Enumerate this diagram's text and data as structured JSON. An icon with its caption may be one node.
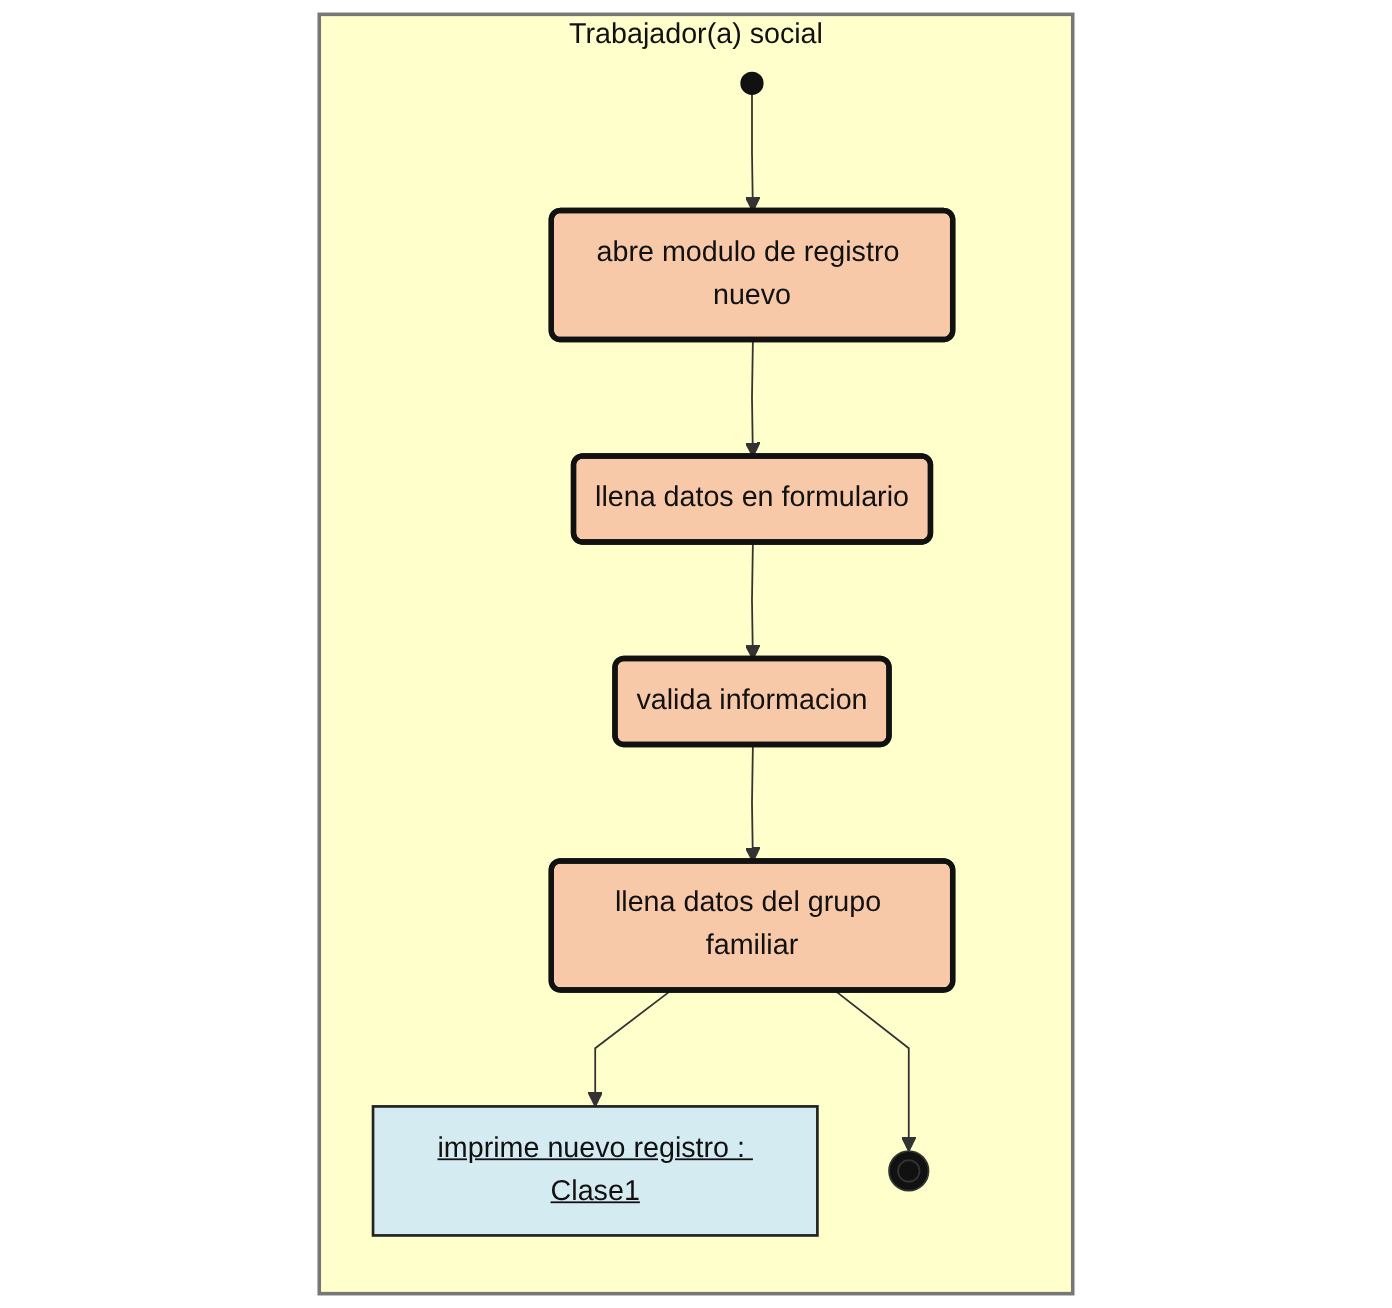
{
  "diagram": {
    "nodes": [
      {
        "text": [
          "Trabajador(a) social"
        ]
      },
      {
        "text": [],
        "shape": "circle",
        "in": 0
      },
      {
        "text": [
          "abre modulo de registro nuevo"
        ],
        "in": 0
      },
      {
        "text": [
          "llena datos en formulario"
        ],
        "in": 0
      },
      {
        "text": [
          "valida informacion"
        ],
        "in": 0
      },
      {
        "text": [
          "llena datos del grupo familiar"
        ],
        "in": 0
      },
      {
        "text": [
          "imprime nuevo registro : Clase1"
        ],
        "in": 0
      },
      {
        "text": [],
        "shape": "circle",
        "in": 0
      }
    ],
    "edges": [
      {
        "from": 1,
        "to": 2,
        "arrow": "to"
      },
      {
        "from": 2,
        "to": 3,
        "arrow": "to"
      },
      {
        "from": 3,
        "to": 4,
        "arrow": "to"
      },
      {
        "from": 4,
        "to": 5,
        "arrow": "to"
      },
      {
        "from": 5,
        "to": 6,
        "arrow": "to"
      },
      {
        "from": 5,
        "to": 7,
        "arrow": "to"
      }
    ]
  }
}
